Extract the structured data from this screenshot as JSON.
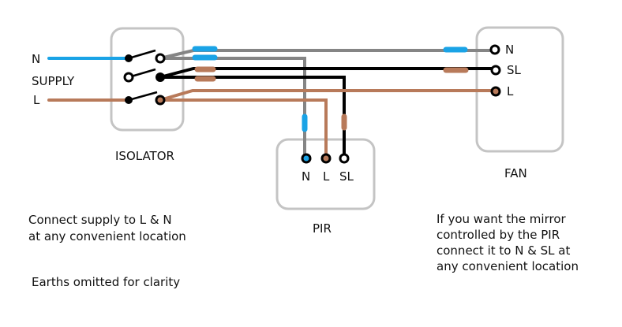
{
  "colors": {
    "neutral_blue": "#1aa3e6",
    "live_brown": "#b87a5a",
    "switched_black": "#000000",
    "grey_wire": "#858585",
    "box_outline": "#c4c4c4"
  },
  "supply": {
    "n_label": "N",
    "supply_label": "SUPPLY",
    "l_label": "L"
  },
  "isolator": {
    "label": "ISOLATOR"
  },
  "pir": {
    "label": "PIR",
    "terminals": [
      "N",
      "L",
      "SL"
    ]
  },
  "fan": {
    "label": "FAN",
    "terminals": [
      "N",
      "SL",
      "L"
    ]
  },
  "notes": {
    "left": [
      "Connect supply to L & N",
      "at any convenient location"
    ],
    "earths": "Earths omitted for clarity",
    "right": [
      "If you want the mirror",
      "controlled by the PIR",
      "connect it to N & SL at",
      "any convenient location"
    ]
  }
}
